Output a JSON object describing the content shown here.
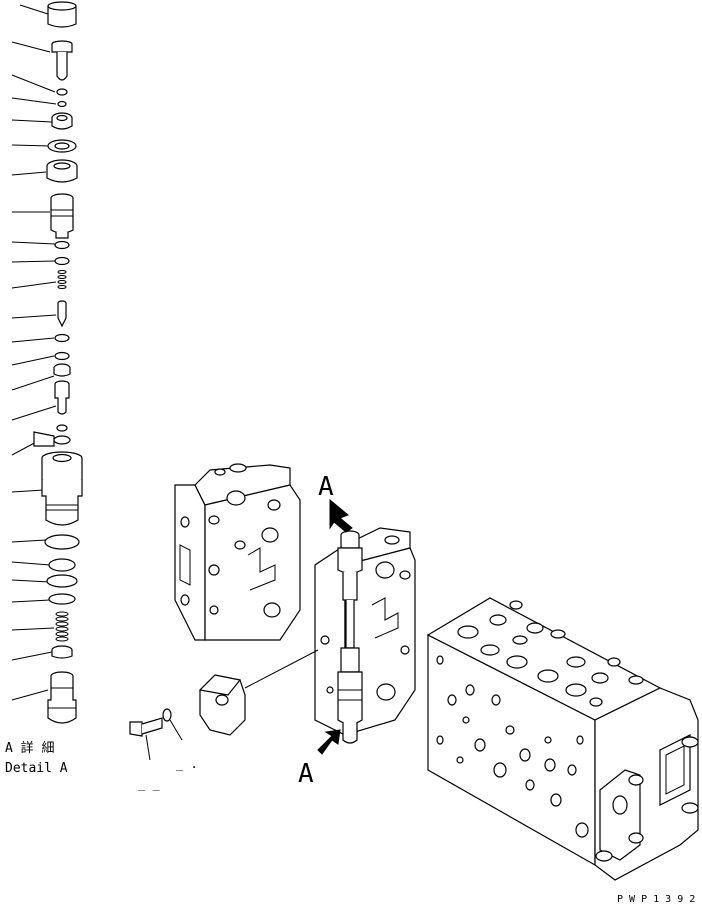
{
  "labels": {
    "view_marker_top": "A",
    "view_marker_bottom": "A",
    "detail_jp": "A 詳 細",
    "detail_en": "Detail A",
    "drawing_code": "P W P 1 3 9 2",
    "callout_a": "_ _",
    "callout_b": "_ ."
  },
  "colors": {
    "line": "#000000",
    "background": "#ffffff"
  }
}
